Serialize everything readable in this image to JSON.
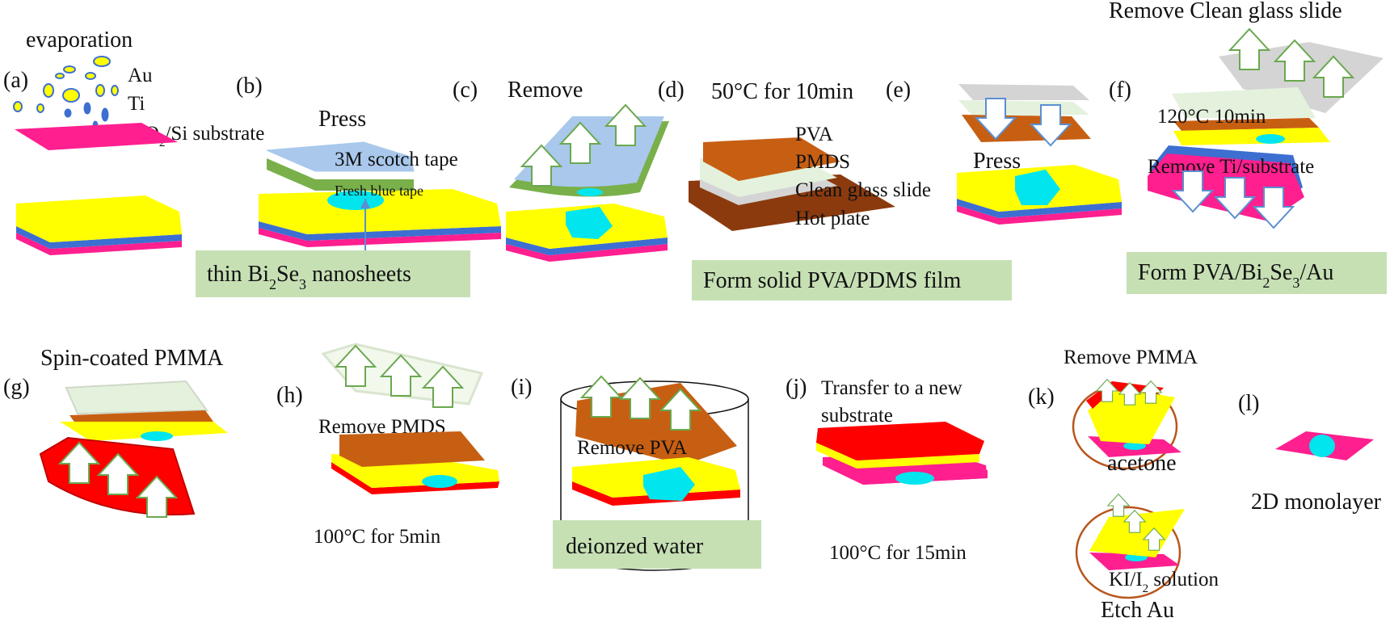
{
  "panels": {
    "a": {
      "id": "(a)",
      "title": "evaporation",
      "au": "Au",
      "ti": "Ti",
      "sio2_pre": "SiO",
      "sio2_sub": "2",
      "sio2_post": "/Si substrate"
    },
    "b": {
      "id": "(b)",
      "press": "Press",
      "tape": "3M scotch tape",
      "fresh": "Fresh blue tape",
      "box_pre": "thin Bi",
      "box_s1": "2",
      "box_mid": "Se",
      "box_s2": "3",
      "box_post": " nanosheets"
    },
    "c": {
      "id": "(c)",
      "remove": "Remove"
    },
    "d": {
      "id": "(d)",
      "temp": "50°C for 10min",
      "pva": "PVA",
      "pmds": "PMDS",
      "glass": "Clean glass slide",
      "hot": "Hot plate",
      "box": "Form solid PVA/PDMS film"
    },
    "e": {
      "id": "(e)",
      "press": "Press"
    },
    "f": {
      "id": "(f)",
      "remove_glass": "Remove Clean glass slide",
      "temp": "120°C 10min",
      "remove_ti": "Remove Ti/substrate",
      "box_pre": "Form PVA/Bi",
      "box_s1": "2",
      "box_mid": "Se",
      "box_s2": "3",
      "box_post": "/Au"
    },
    "g": {
      "id": "(g)",
      "title": "Spin-coated PMMA"
    },
    "h": {
      "id": "(h)",
      "remove": "Remove PMDS",
      "temp": "100°C for 5min"
    },
    "i": {
      "id": "(i)",
      "remove": "Remove PVA",
      "box": "deionzed water"
    },
    "j": {
      "id": "(j)",
      "title1": "Transfer to a new",
      "title2": "substrate",
      "temp": "100°C for 15min"
    },
    "k": {
      "id": "(k)",
      "remove": "Remove PMMA",
      "acetone": "acetone",
      "ki_pre": "KI/I",
      "ki_sub": "2",
      "ki_post": " solution",
      "etch": "Etch Au"
    },
    "l": {
      "id": "(l)",
      "mono": "2D monolayer"
    }
  },
  "colors": {
    "pink": "#ff1f8f",
    "yellow": "#ffff00",
    "blue_layer": "#3d6fd1",
    "cyan": "#00e5ee",
    "tape_blue": "#a9c8ec",
    "tape_green": "#79b04a",
    "brown": "#c75f12",
    "dark_brown": "#8b3a0e",
    "pale_green": "#e4f2dd",
    "grey": "#d4d4d4",
    "red": "#ff0000",
    "label_box": "#c6e0b4",
    "arrow_stroke": "#6aa84f",
    "circle": "#b8561c"
  }
}
